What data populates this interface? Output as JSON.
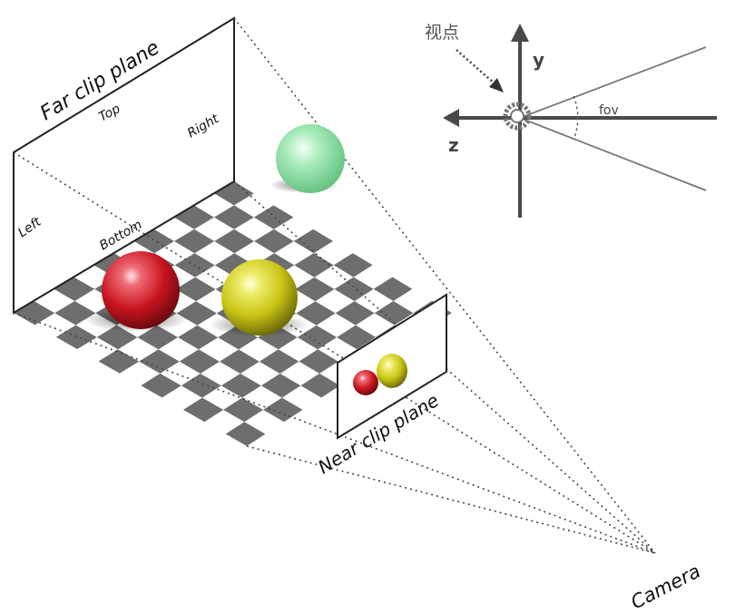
{
  "labels": {
    "far_clip_plane": "Far clip plane",
    "top": "Top",
    "right": "Right",
    "left": "Left",
    "bottom": "Bottom",
    "near_clip_plane": "Near clip plane",
    "camera": "Camera"
  },
  "inset": {
    "viewpoint": "视点",
    "y_axis": "y",
    "z_axis": "z",
    "fov": "fov"
  },
  "colors": {
    "red_sphere": "#d4202c",
    "yellow_sphere": "#d6d21e",
    "green_sphere": "#7fd89a",
    "checker_dark": "#6e6e6e",
    "axis": "#4a4a4a"
  }
}
